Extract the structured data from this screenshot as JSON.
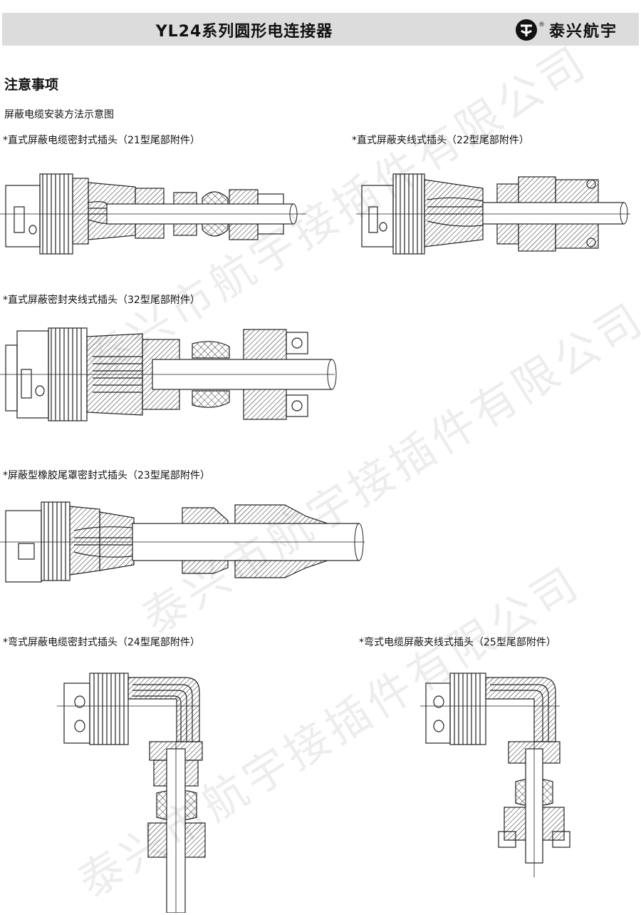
{
  "header": {
    "title": "YL24系列圆形电连接器",
    "brand_name": "泰兴航宇",
    "brand_logo_mark": "®"
  },
  "section": {
    "title": "注意事项",
    "subtitle": "屏蔽电缆安装方法示意图"
  },
  "diagrams": [
    {
      "caption": "*直式屏蔽电缆密封式插头（21型尾部附件）"
    },
    {
      "caption": "*直式屏蔽夹线式插头（22型尾部附件）"
    },
    {
      "caption": "*直式屏蔽密封夹线式插头（32型尾部附件）"
    },
    {
      "caption": "*屏蔽型橡胶尾罩密封式插头（23型尾部附件）"
    },
    {
      "caption": "*弯式屏蔽电缆密封式插头（24型尾部附件）"
    },
    {
      "caption": "*弯式电缆屏蔽夹线式插头（25型尾部附件）"
    }
  ],
  "watermark": {
    "text": "泰兴市航宇接插件有限公司"
  },
  "colors": {
    "header_bg": "#dcdcdc",
    "line": "#222222",
    "watermark": "#000000"
  }
}
